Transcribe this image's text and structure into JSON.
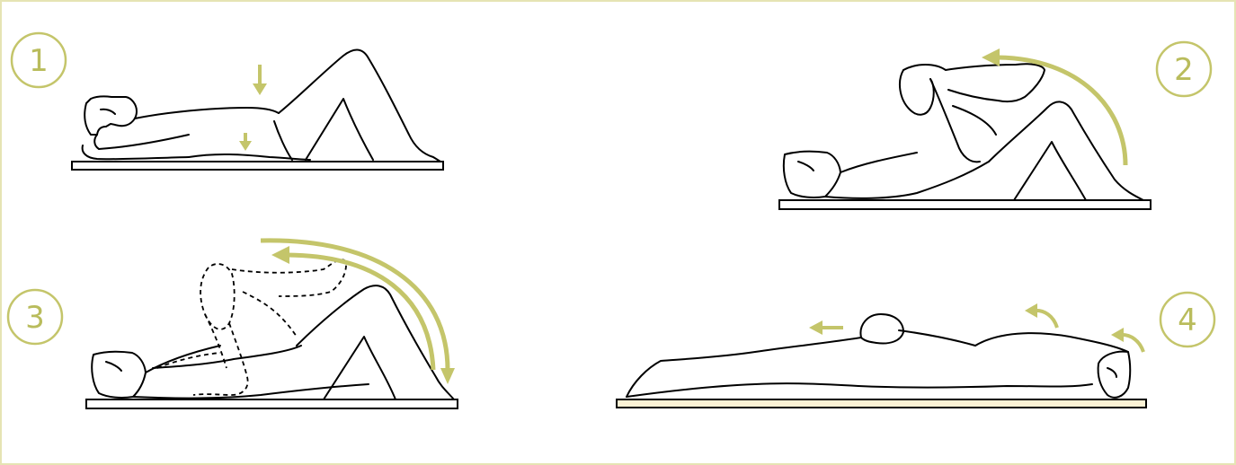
{
  "colors": {
    "accent": "#c4c56a",
    "outline": "#000000",
    "mat_fill": "#ffffff",
    "mat_fill_step4": "#fbf2d5",
    "frame": "#e6e4b4"
  },
  "steps": [
    {
      "number": "1"
    },
    {
      "number": "2"
    },
    {
      "number": "3"
    },
    {
      "number": "4"
    }
  ]
}
